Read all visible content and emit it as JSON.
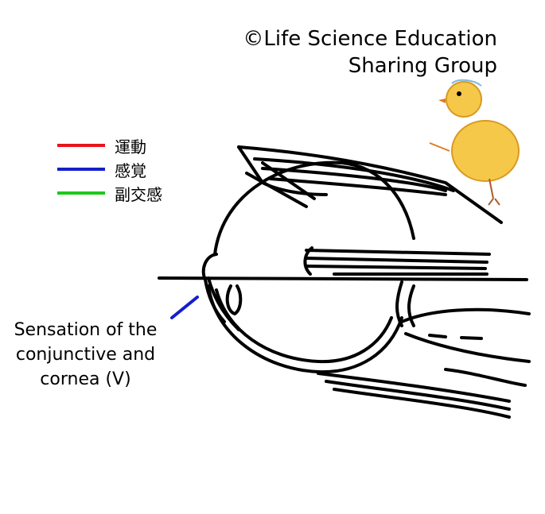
{
  "copyright": {
    "line1": "©Life Science Education",
    "line2": "Sharing Group"
  },
  "legend": [
    {
      "label": "運動",
      "color": "#e8141c"
    },
    {
      "label": "感覚",
      "color": "#1420c8"
    },
    {
      "label": "副交感",
      "color": "#1ec81e"
    }
  ],
  "caption": {
    "line1": "Sensation of the",
    "line2": "conjunctive and",
    "line3": "cornea (V)",
    "pointer_color": "#1420c8"
  },
  "icons": [
    "chick-illustration"
  ]
}
